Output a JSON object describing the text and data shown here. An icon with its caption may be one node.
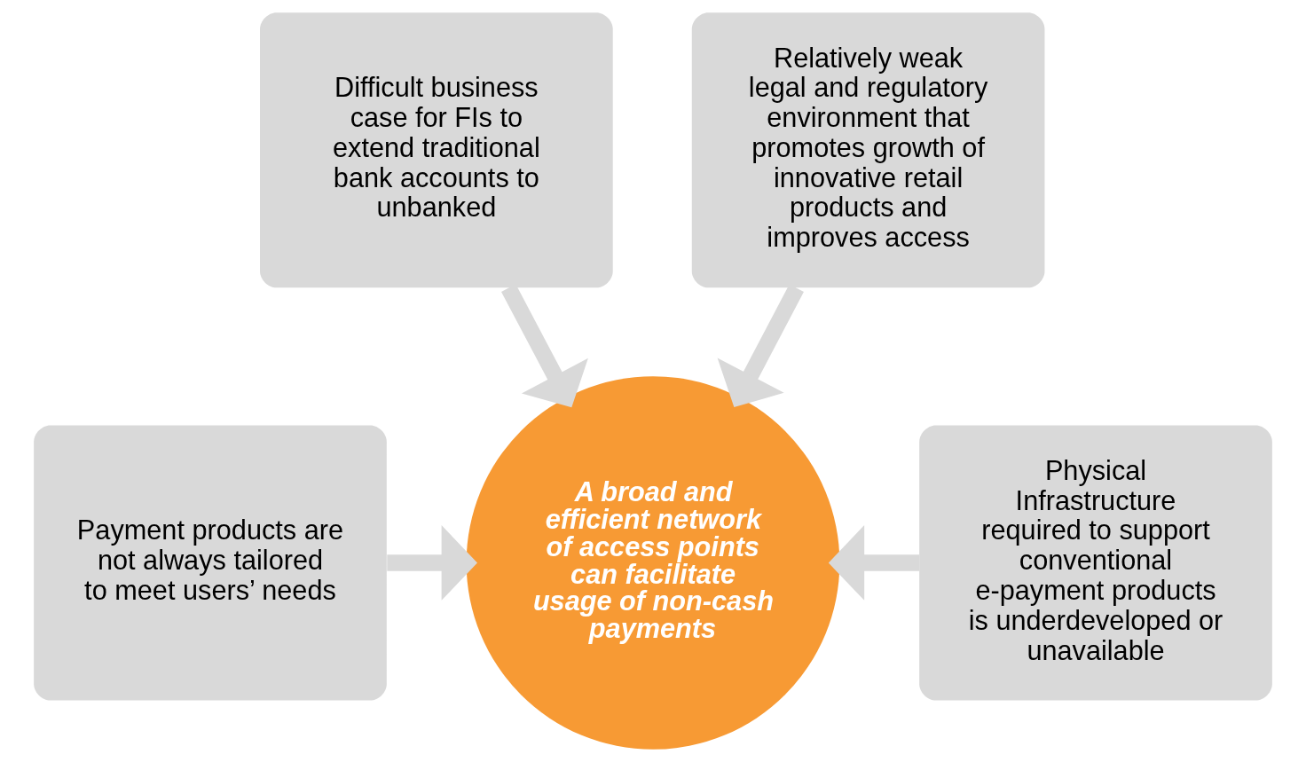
{
  "diagram": {
    "nodes": [
      {
        "text": [
          "Difficult business case for FIs to extend traditional bank accounts to unbanked"
        ]
      },
      {
        "text": [
          "Relatively weak legal and regulatory environment that promotes growth of innovative retail products and improves access"
        ]
      },
      {
        "text": [
          "Payment products are not always tailored to meet users’ needs"
        ]
      },
      {
        "text": [
          "Physical Infrastructure required to support conventional e-payment products is underdeveloped or unavailable"
        ]
      },
      {
        "text": [
          "A broad and efficient network of access points can facilitate usage of non-cash payments"
        ]
      }
    ],
    "edges": [
      {
        "from": 0,
        "to": 4,
        "arrow": "to"
      },
      {
        "from": 1,
        "to": 4,
        "arrow": "to"
      },
      {
        "from": 2,
        "to": 4,
        "arrow": "to"
      },
      {
        "from": 3,
        "to": 4,
        "arrow": "to"
      }
    ]
  }
}
